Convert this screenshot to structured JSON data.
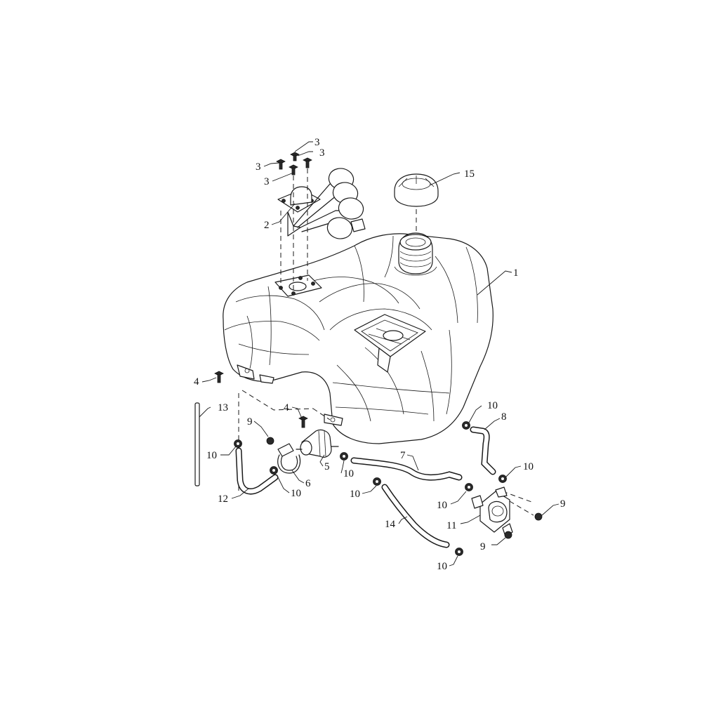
{
  "callouts": [
    {
      "id": "c1",
      "text": "1"
    },
    {
      "id": "c2",
      "text": "2"
    },
    {
      "id": "c3a",
      "text": "3"
    },
    {
      "id": "c3b",
      "text": "3"
    },
    {
      "id": "c3c",
      "text": "3"
    },
    {
      "id": "c3d",
      "text": "3"
    },
    {
      "id": "c4a",
      "text": "4"
    },
    {
      "id": "c4b",
      "text": "4"
    },
    {
      "id": "c5",
      "text": "5"
    },
    {
      "id": "c6",
      "text": "6"
    },
    {
      "id": "c7",
      "text": "7"
    },
    {
      "id": "c8",
      "text": "8"
    },
    {
      "id": "c9a",
      "text": "9"
    },
    {
      "id": "c9b",
      "text": "9"
    },
    {
      "id": "c9c",
      "text": "9"
    },
    {
      "id": "c10a",
      "text": "10"
    },
    {
      "id": "c10b",
      "text": "10"
    },
    {
      "id": "c10c",
      "text": "10"
    },
    {
      "id": "c10d",
      "text": "10"
    },
    {
      "id": "c10e",
      "text": "10"
    },
    {
      "id": "c10f",
      "text": "10"
    },
    {
      "id": "c10g",
      "text": "10"
    },
    {
      "id": "c10h",
      "text": "10"
    },
    {
      "id": "c11",
      "text": "11"
    },
    {
      "id": "c12",
      "text": "12"
    },
    {
      "id": "c13",
      "text": "13"
    },
    {
      "id": "c14",
      "text": "14"
    },
    {
      "id": "c15",
      "text": "15"
    }
  ]
}
